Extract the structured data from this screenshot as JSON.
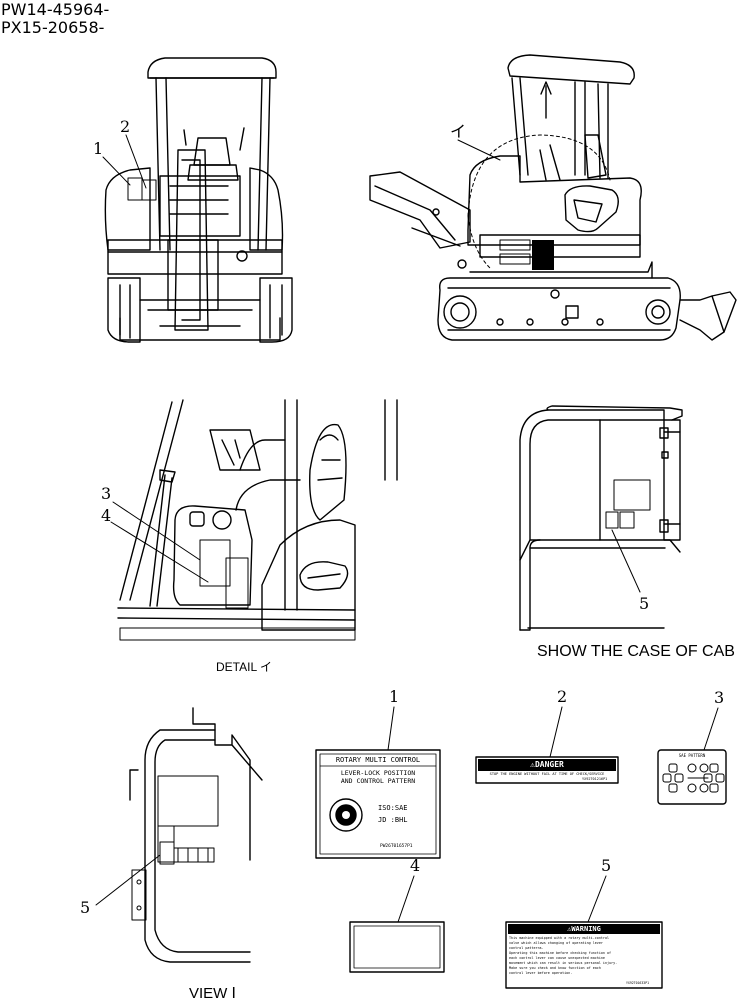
{
  "header": {
    "serial_range_1": "PW14-45964-",
    "serial_range_2": "PX15-20658-"
  },
  "callouts": {
    "top_left_1": "1",
    "top_left_2": "2",
    "detail_3": "3",
    "detail_4": "4",
    "cab_5": "5",
    "view_5": "5",
    "parts_1": "1",
    "parts_2": "2",
    "parts_3": "3",
    "parts_4": "4",
    "parts_5": "5",
    "detail_ref": "イ"
  },
  "captions": {
    "detail": "DETAIL イ",
    "cab_case": "SHOW THE CASE OF CAB",
    "view": "VIEW Ⅰ"
  },
  "decals": {
    "rotary": {
      "title": "ROTARY MULTI CONTROL",
      "line1": "LEVER-LOCK POSITION",
      "line2": "AND CONTROL PATTERN",
      "iso": "ISO:SAE",
      "jd": "JD :BHL",
      "part_no": "PW26T01657P1"
    },
    "danger": {
      "title": "DANGER",
      "text": "STOP THE ENGINE WITHOUT FAIL AT TIME OF CHECK/SERVICE",
      "part_no": "YX92T01216P1"
    },
    "pattern": {
      "title": "SAE PATTERN"
    },
    "warning": {
      "title": "WARNING",
      "line1": "This machine equipped with a rotary multi-control",
      "line2": "valve which allows changing of operating lever",
      "line3": "control patterns.",
      "line4": "Operating this machine before checking function of",
      "line5": "each control lever can cause unexpected machine",
      "line6": "movement which can result in serious personal injury.",
      "line7": "Make sure you check and know function of each",
      "line8": "control lever before operation.",
      "part_no": "YX92T01633P1"
    }
  }
}
